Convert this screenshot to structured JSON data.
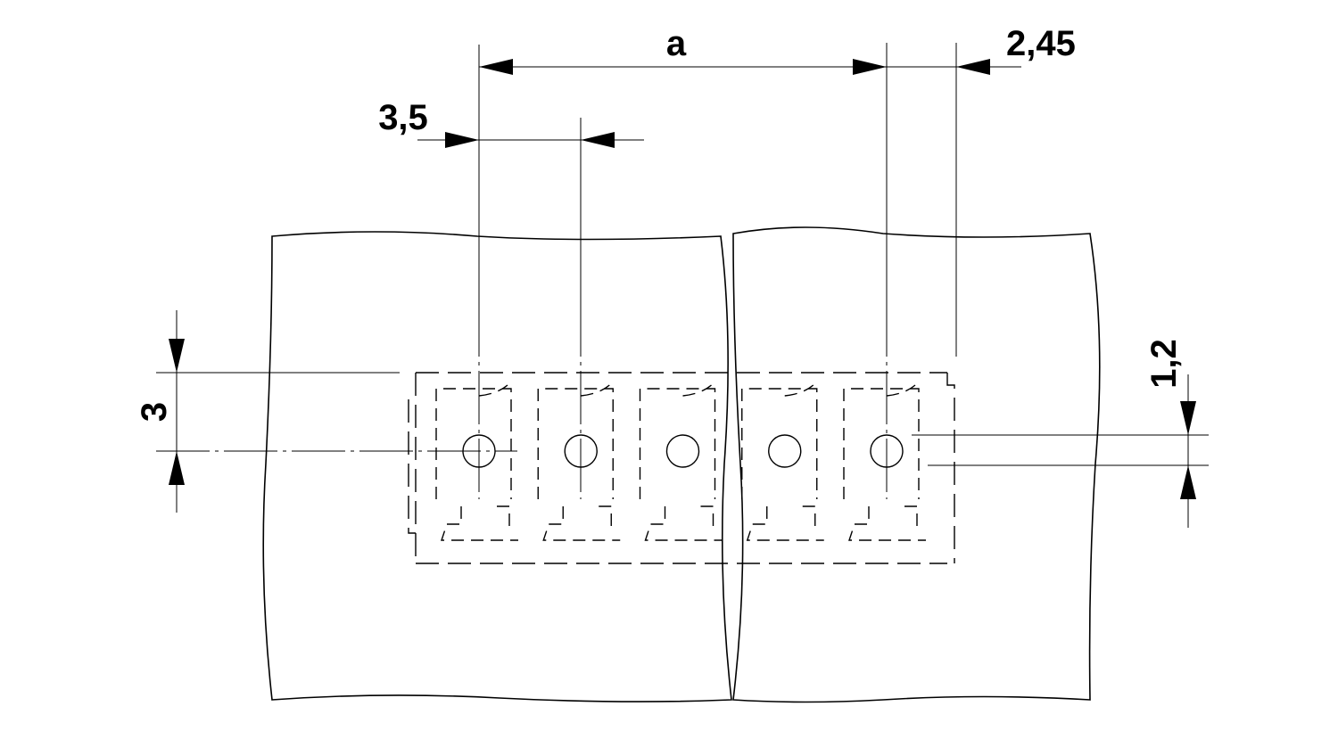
{
  "dimensions": {
    "a": "a",
    "pitch": "3,5",
    "offset": "2,45",
    "row_offset": "3",
    "hole_offset": "1,2"
  },
  "pin_count": 5
}
